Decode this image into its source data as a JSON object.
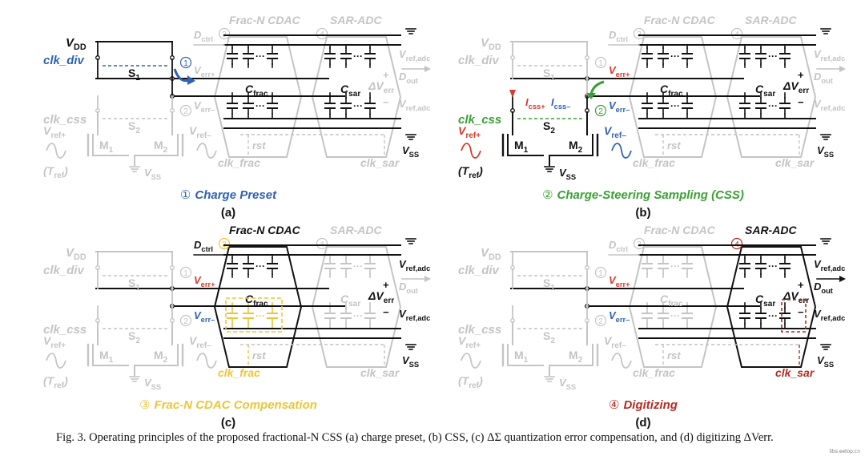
{
  "colors": {
    "active": "#111111",
    "inactive": "#c4c4c4",
    "blue": "#2f62b3",
    "red": "#d63a2c",
    "green": "#3aa035",
    "yellow": "#ecc536",
    "darkred": "#b42a22"
  },
  "labels": {
    "frac_cdac": "Frac-N CDAC",
    "sar_adc": "SAR-ADC",
    "vdd": "V",
    "vdd_sub": "DD",
    "vss": "V",
    "vss_sub": "SS",
    "clk_div": "clk_div",
    "clk_css": "clk_css",
    "clk_frac": "clk_frac",
    "clk_sar": "clk_sar",
    "s1": "S",
    "s1_sub": "1",
    "s2": "S",
    "s2_sub": "2",
    "m1": "M",
    "m1_sub": "1",
    "m2": "M",
    "m2_sub": "2",
    "vref_plus": "V",
    "vref_plus_sub": "ref+",
    "vref_minus": "V",
    "vref_minus_sub": "ref–",
    "tref": "(T",
    "tref_sub": "ref",
    "tref_close": ")",
    "dctrl": "D",
    "dctrl_sub": "ctrl",
    "verr_plus": "V",
    "verr_plus_sub": "err+",
    "verr_minus": "V",
    "verr_minus_sub": "err–",
    "cfrac": "C",
    "cfrac_sub": "frac",
    "csar": "C",
    "csar_sub": "sar",
    "delta_verr": "ΔV",
    "delta_verr_sub": "err",
    "vref_adc": "V",
    "vref_adc_sub": "ref,adc",
    "dout": "D",
    "dout_sub": "out",
    "rst": "rst",
    "icss_plus": "I",
    "icss_plus_sub": "css+",
    "icss_minus": "I",
    "icss_minus_sub": "css–",
    "plus": "+",
    "minus": "−",
    "dots": "···",
    "n1": "1",
    "n2": "2",
    "n3": "3",
    "n4": "4"
  },
  "panels": [
    {
      "letter": "(a)",
      "num": "①",
      "title": "Charge Preset"
    },
    {
      "letter": "(b)",
      "num": "②",
      "title": "Charge-Steering Sampling (CSS)"
    },
    {
      "letter": "(c)",
      "num": "③",
      "title": "Frac-N CDAC Compensation"
    },
    {
      "letter": "(d)",
      "num": "④",
      "title": "Digitizing"
    }
  ],
  "caption": "Fig. 3.    Operating principles of the proposed fractional-N CSS (a) charge preset, (b) CSS, (c) ΔΣ quantization error compensation, and (d) digitizing ΔVerr.",
  "watermark": "libs.eetop.cn"
}
